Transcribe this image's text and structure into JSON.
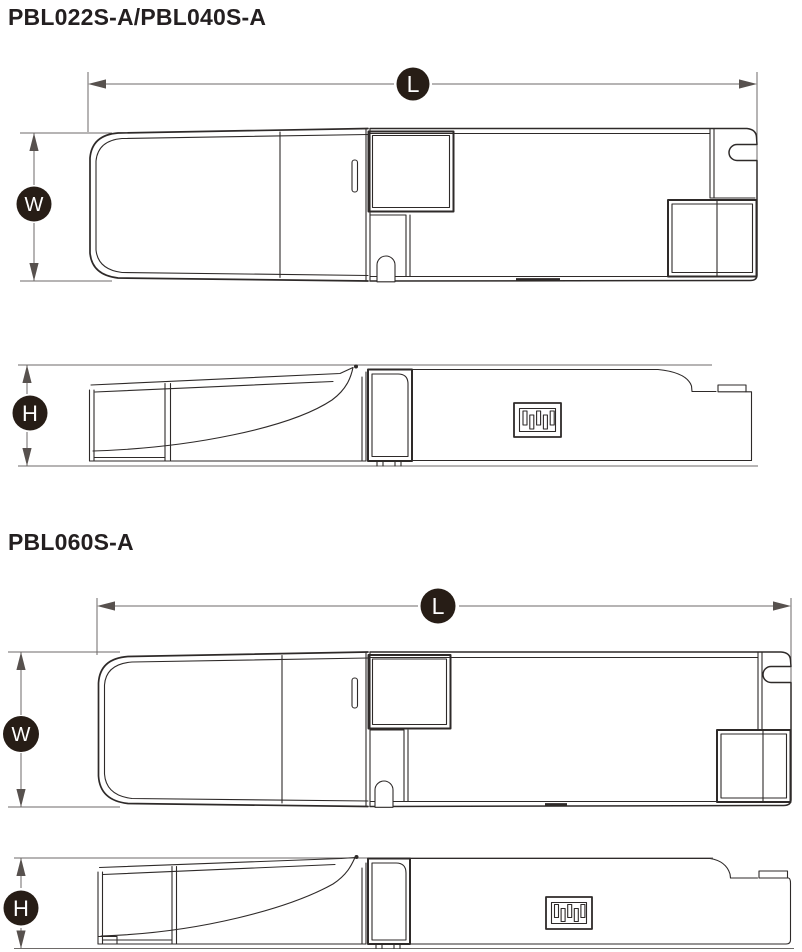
{
  "document": {
    "type": "dimension-drawing-datasheet",
    "sections": [
      {
        "title": "PBL022S-A/PBL040S-A",
        "views": [
          "top-view",
          "side-view"
        ],
        "dimension_markers": [
          {
            "label": "L",
            "meaning": "length"
          },
          {
            "label": "W",
            "meaning": "width"
          },
          {
            "label": "H",
            "meaning": "height"
          }
        ]
      },
      {
        "title": "PBL060S-A",
        "views": [
          "top-view",
          "side-view"
        ],
        "dimension_markers": [
          {
            "label": "L",
            "meaning": "length"
          },
          {
            "label": "W",
            "meaning": "width"
          },
          {
            "label": "H",
            "meaning": "height"
          }
        ]
      }
    ],
    "colors": {
      "background": "#ffffff",
      "drawing_line": "#2e2a29",
      "dimension_line": "#6e6a68",
      "arrow": "#57514e",
      "marker_background": "#271d16",
      "marker_text": "#ffffff",
      "title_text": "#231f20"
    }
  }
}
